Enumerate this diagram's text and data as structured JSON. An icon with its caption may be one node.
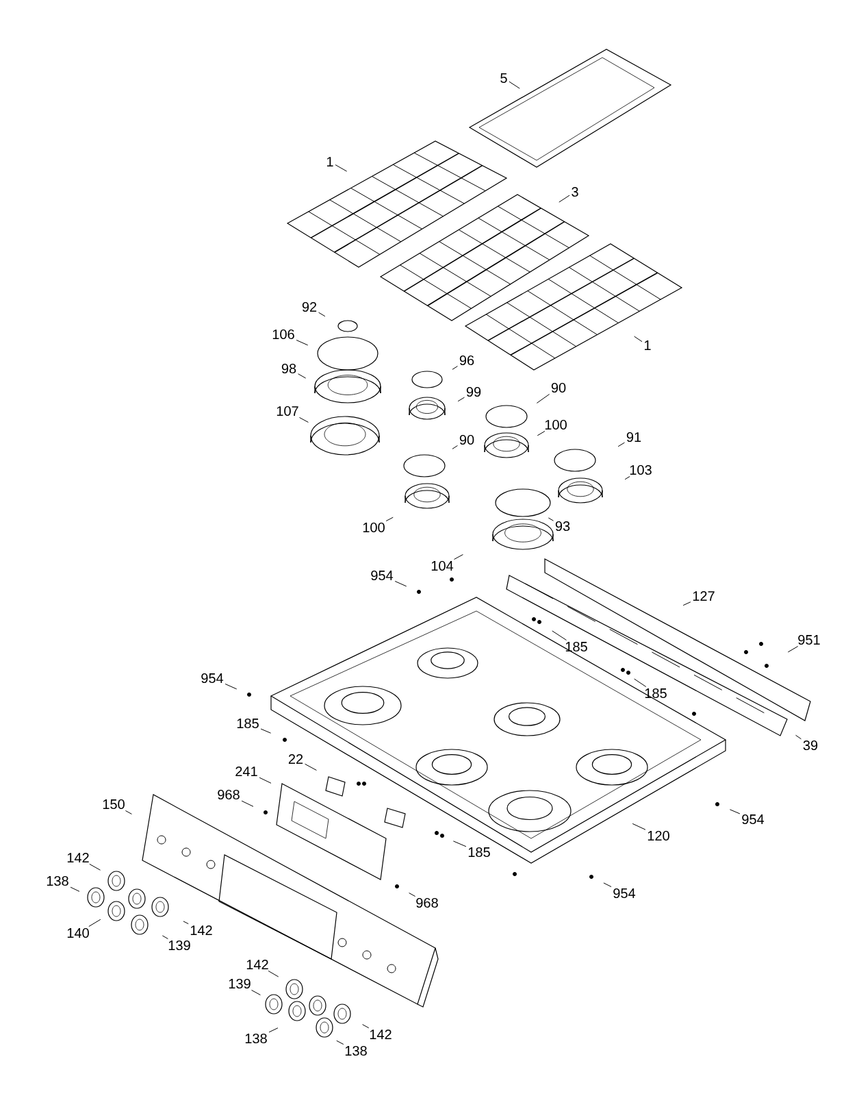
{
  "diagram": {
    "nodes": [
      {
        "text": [
          "5"
        ]
      },
      {
        "text": [
          "1"
        ]
      },
      {
        "text": [
          "3"
        ]
      },
      {
        "text": [
          "1"
        ]
      },
      {
        "text": [
          "92"
        ]
      },
      {
        "text": [
          "106"
        ]
      },
      {
        "text": [
          "98"
        ]
      },
      {
        "text": [
          "107"
        ]
      },
      {
        "text": [
          "96"
        ]
      },
      {
        "text": [
          "99"
        ]
      },
      {
        "text": [
          "90"
        ]
      },
      {
        "text": [
          "100"
        ]
      },
      {
        "text": [
          "90"
        ]
      },
      {
        "text": [
          "91"
        ]
      },
      {
        "text": [
          "103"
        ]
      },
      {
        "text": [
          "100"
        ]
      },
      {
        "text": [
          "93"
        ]
      },
      {
        "text": [
          "104"
        ]
      },
      {
        "text": [
          "954"
        ]
      },
      {
        "text": [
          "127"
        ]
      },
      {
        "text": [
          "185"
        ]
      },
      {
        "text": [
          "951"
        ]
      },
      {
        "text": [
          "185"
        ]
      },
      {
        "text": [
          "954"
        ]
      },
      {
        "text": [
          "185"
        ]
      },
      {
        "text": [
          "39"
        ]
      },
      {
        "text": [
          "22"
        ]
      },
      {
        "text": [
          "241"
        ]
      },
      {
        "text": [
          "968"
        ]
      },
      {
        "text": [
          "150"
        ]
      },
      {
        "text": [
          "954"
        ]
      },
      {
        "text": [
          "120"
        ]
      },
      {
        "text": [
          "185"
        ]
      },
      {
        "text": [
          "142"
        ]
      },
      {
        "text": [
          "138"
        ]
      },
      {
        "text": [
          "968"
        ]
      },
      {
        "text": [
          "954"
        ]
      },
      {
        "text": [
          "140"
        ]
      },
      {
        "text": [
          "142"
        ]
      },
      {
        "text": [
          "139"
        ]
      },
      {
        "text": [
          "142"
        ]
      },
      {
        "text": [
          "139"
        ]
      },
      {
        "text": [
          "138"
        ]
      },
      {
        "text": [
          "142"
        ]
      },
      {
        "text": [
          "138"
        ]
      }
    ],
    "edges": [
      {
        "from": 0,
        "to": null,
        "arrow": "none"
      },
      {
        "from": 1,
        "to": null,
        "arrow": "none"
      },
      {
        "from": 2,
        "to": null,
        "arrow": "none"
      },
      {
        "from": 3,
        "to": null,
        "arrow": "none"
      },
      {
        "from": 4,
        "to": null,
        "arrow": "none"
      },
      {
        "from": 5,
        "to": null,
        "arrow": "none"
      },
      {
        "from": 6,
        "to": null,
        "arrow": "none"
      },
      {
        "from": 7,
        "to": null,
        "arrow": "none"
      },
      {
        "from": 8,
        "to": null,
        "arrow": "none"
      },
      {
        "from": 9,
        "to": null,
        "arrow": "none"
      },
      {
        "from": 10,
        "to": null,
        "arrow": "none"
      },
      {
        "from": 11,
        "to": null,
        "arrow": "none"
      },
      {
        "from": 12,
        "to": null,
        "arrow": "none"
      },
      {
        "from": 13,
        "to": null,
        "arrow": "none"
      },
      {
        "from": 14,
        "to": null,
        "arrow": "none"
      },
      {
        "from": 15,
        "to": null,
        "arrow": "none"
      },
      {
        "from": 16,
        "to": null,
        "arrow": "none"
      },
      {
        "from": 17,
        "to": null,
        "arrow": "none"
      },
      {
        "from": 18,
        "to": null,
        "arrow": "none"
      },
      {
        "from": 19,
        "to": null,
        "arrow": "none"
      },
      {
        "from": 20,
        "to": null,
        "arrow": "none"
      },
      {
        "from": 21,
        "to": null,
        "arrow": "none"
      },
      {
        "from": 22,
        "to": null,
        "arrow": "none"
      },
      {
        "from": 23,
        "to": null,
        "arrow": "none"
      },
      {
        "from": 24,
        "to": null,
        "arrow": "none"
      },
      {
        "from": 25,
        "to": null,
        "arrow": "none"
      },
      {
        "from": 26,
        "to": null,
        "arrow": "none"
      },
      {
        "from": 27,
        "to": null,
        "arrow": "none"
      },
      {
        "from": 28,
        "to": null,
        "arrow": "none"
      },
      {
        "from": 29,
        "to": null,
        "arrow": "none"
      },
      {
        "from": 30,
        "to": null,
        "arrow": "none"
      },
      {
        "from": 31,
        "to": null,
        "arrow": "none"
      },
      {
        "from": 32,
        "to": null,
        "arrow": "none"
      },
      {
        "from": 33,
        "to": null,
        "arrow": "none"
      },
      {
        "from": 34,
        "to": null,
        "arrow": "none"
      },
      {
        "from": 35,
        "to": null,
        "arrow": "none"
      },
      {
        "from": 36,
        "to": null,
        "arrow": "none"
      },
      {
        "from": 37,
        "to": null,
        "arrow": "none"
      },
      {
        "from": 38,
        "to": null,
        "arrow": "none"
      },
      {
        "from": 39,
        "to": null,
        "arrow": "none"
      },
      {
        "from": 40,
        "to": null,
        "arrow": "none"
      },
      {
        "from": 41,
        "to": null,
        "arrow": "none"
      },
      {
        "from": 42,
        "to": null,
        "arrow": "none"
      },
      {
        "from": 43,
        "to": null,
        "arrow": "none"
      },
      {
        "from": 44,
        "to": null,
        "arrow": "none"
      }
    ]
  }
}
